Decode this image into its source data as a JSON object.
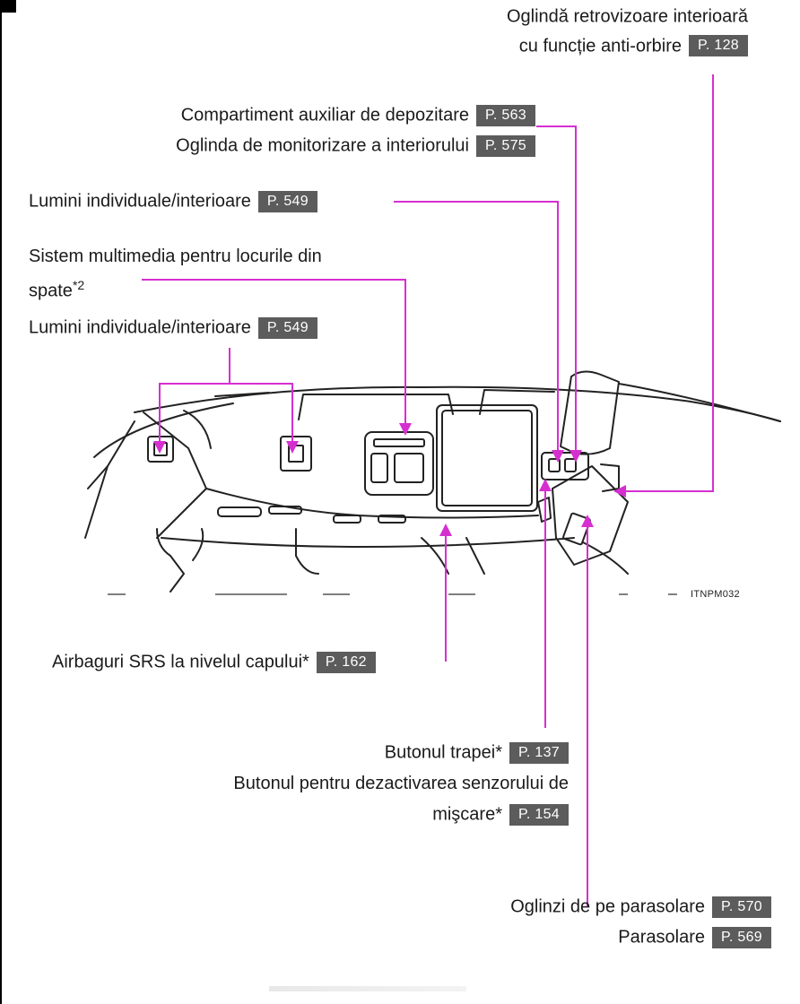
{
  "labels": {
    "mirror_line1": "Oglindă retrovizoare interioară",
    "mirror_line2": "cu funcție anti-orbire",
    "mirror_ref": "P. 128",
    "storage": "Compartiment auxiliar de depozitare",
    "storage_ref": "P. 563",
    "monitor_mirror": "Oglinda de monitorizare a interiorului",
    "monitor_mirror_ref": "P. 575",
    "lights_top": "Lumini individuale/interioare",
    "lights_top_ref": "P. 549",
    "multimedia_line1": "Sistem multimedia pentru locurile din",
    "multimedia_line2": "spate",
    "multimedia_mark": "*2",
    "lights_mid": "Lumini individuale/interioare",
    "lights_mid_ref": "P. 549",
    "image_code": "ITNPM032",
    "airbags": "Airbaguri SRS la nivelul capului",
    "airbags_mark": "*",
    "airbags_ref": "P. 162",
    "sunroof": "Butonul trapei",
    "sunroof_mark": "*",
    "sunroof_ref": "P. 137",
    "sensor_line1": "Butonul pentru dezactivarea senzorului de",
    "sensor_line2": "mişcare",
    "sensor_mark": "*",
    "sensor_ref": "P. 154",
    "visor_mirror": "Oglinzi de pe parasolare",
    "visor_mirror_ref": "P. 570",
    "visor": "Parasolare",
    "visor_ref": "P. 569"
  },
  "colors": {
    "leader": "#d62fd0",
    "ref_bg": "#5c5c5c"
  }
}
